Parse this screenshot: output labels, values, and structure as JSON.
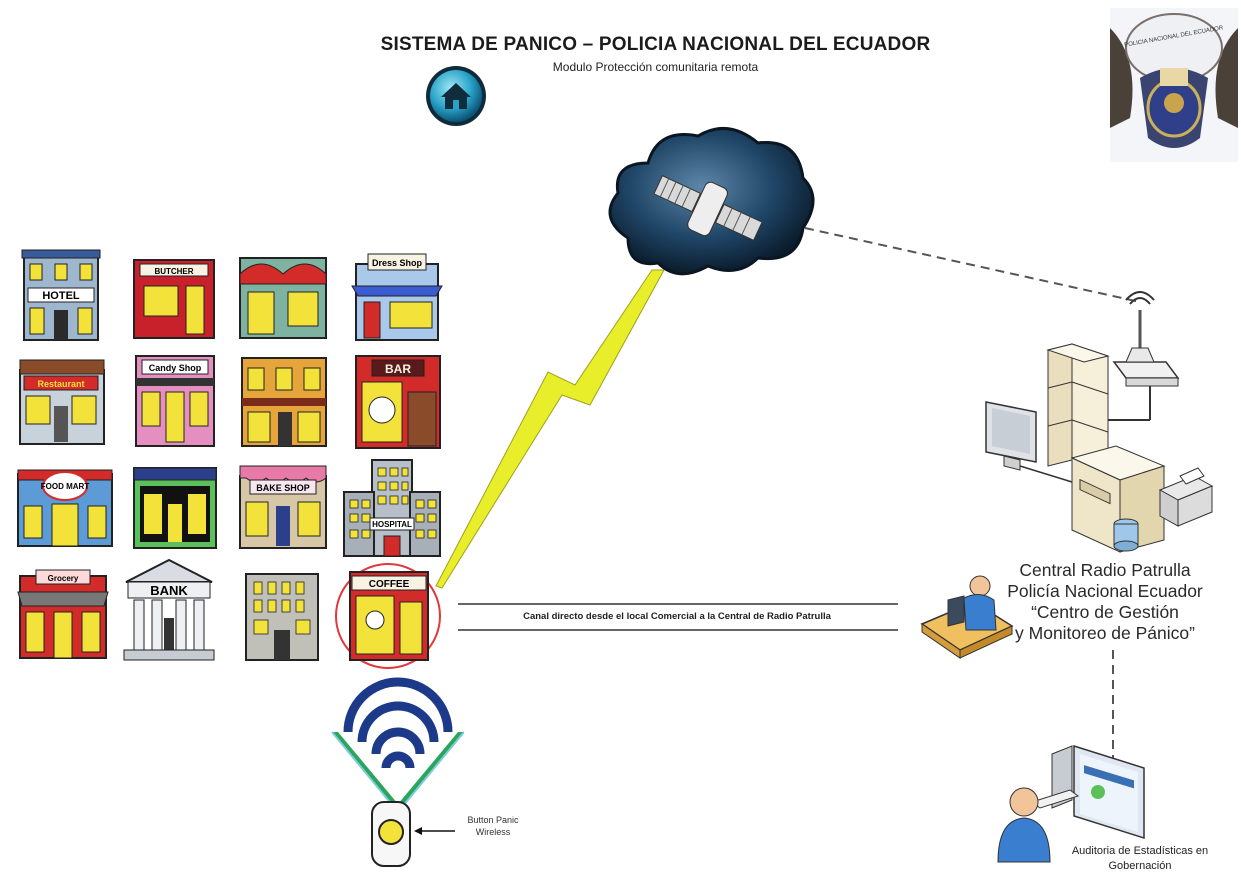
{
  "header": {
    "title": "SISTEMA DE PANICO – POLICIA NACIONAL DEL ECUADOR",
    "subtitle": "Modulo Protección comunitaria remota",
    "home_icon": "home-icon",
    "seal_text": "POLICIA NACIONAL DEL ECUADOR"
  },
  "buildings": {
    "hotel": "HOTEL",
    "butcher": "BUTCHER",
    "dress_shop": "Dress Shop",
    "restaurant": "Restaurant",
    "candy_shop": "Candy Shop",
    "bar": "BAR",
    "food_mart": "FOOD MART",
    "bake_shop": "BAKE SHOP",
    "hospital": "HOSPITAL",
    "grocery": "Grocery",
    "bank": "BANK",
    "coffee": "COFFEE"
  },
  "labels": {
    "channel": "Canal directo desde el local Comercial a la Central de Radio Patrulla",
    "center_line1": "Central Radio Patrulla",
    "center_line2": "Policía Nacional Ecuador",
    "center_line3": "“Centro de Gestión",
    "center_line4": "y Monitoreo de Pánico”",
    "button_line1": "Button Panic",
    "button_line2": "Wireless",
    "audit_line1": "Auditoria de Estadísticas en",
    "audit_line2": "Gobernación"
  },
  "colors": {
    "cloud": "#1c3f5c",
    "lightning": "#e8ee2a",
    "highlight_circle": "#e0383c",
    "waves": "#1d3a8a"
  }
}
